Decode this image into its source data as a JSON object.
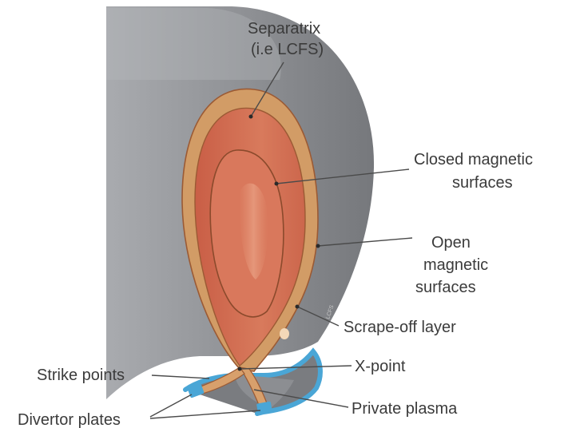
{
  "labels": {
    "separatrix_1": "Separatrix",
    "separatrix_2": "(i.e LCFS)",
    "closed_1": "Closed magnetic",
    "closed_2": "surfaces",
    "open_1": "Open",
    "open_2": "magnetic",
    "open_3": "surfaces",
    "scrape_off": "Scrape-off layer",
    "x_point": "X-point",
    "strike_points": "Strike points",
    "private_plasma": "Private plasma",
    "divertor_plates": "Divertor plates",
    "wall_text": "LCFS"
  },
  "colors": {
    "vessel_gray": "#8a8c90",
    "vessel_light": "#b4b6ba",
    "scrape_off_tan": "#d29c66",
    "separatrix_edge": "#9b5a34",
    "core_red": "#cf6a50",
    "core_inner": "#d9785c",
    "divertor_blue": "#4aa6d6",
    "private_plasma_tan": "#d8a06c"
  }
}
